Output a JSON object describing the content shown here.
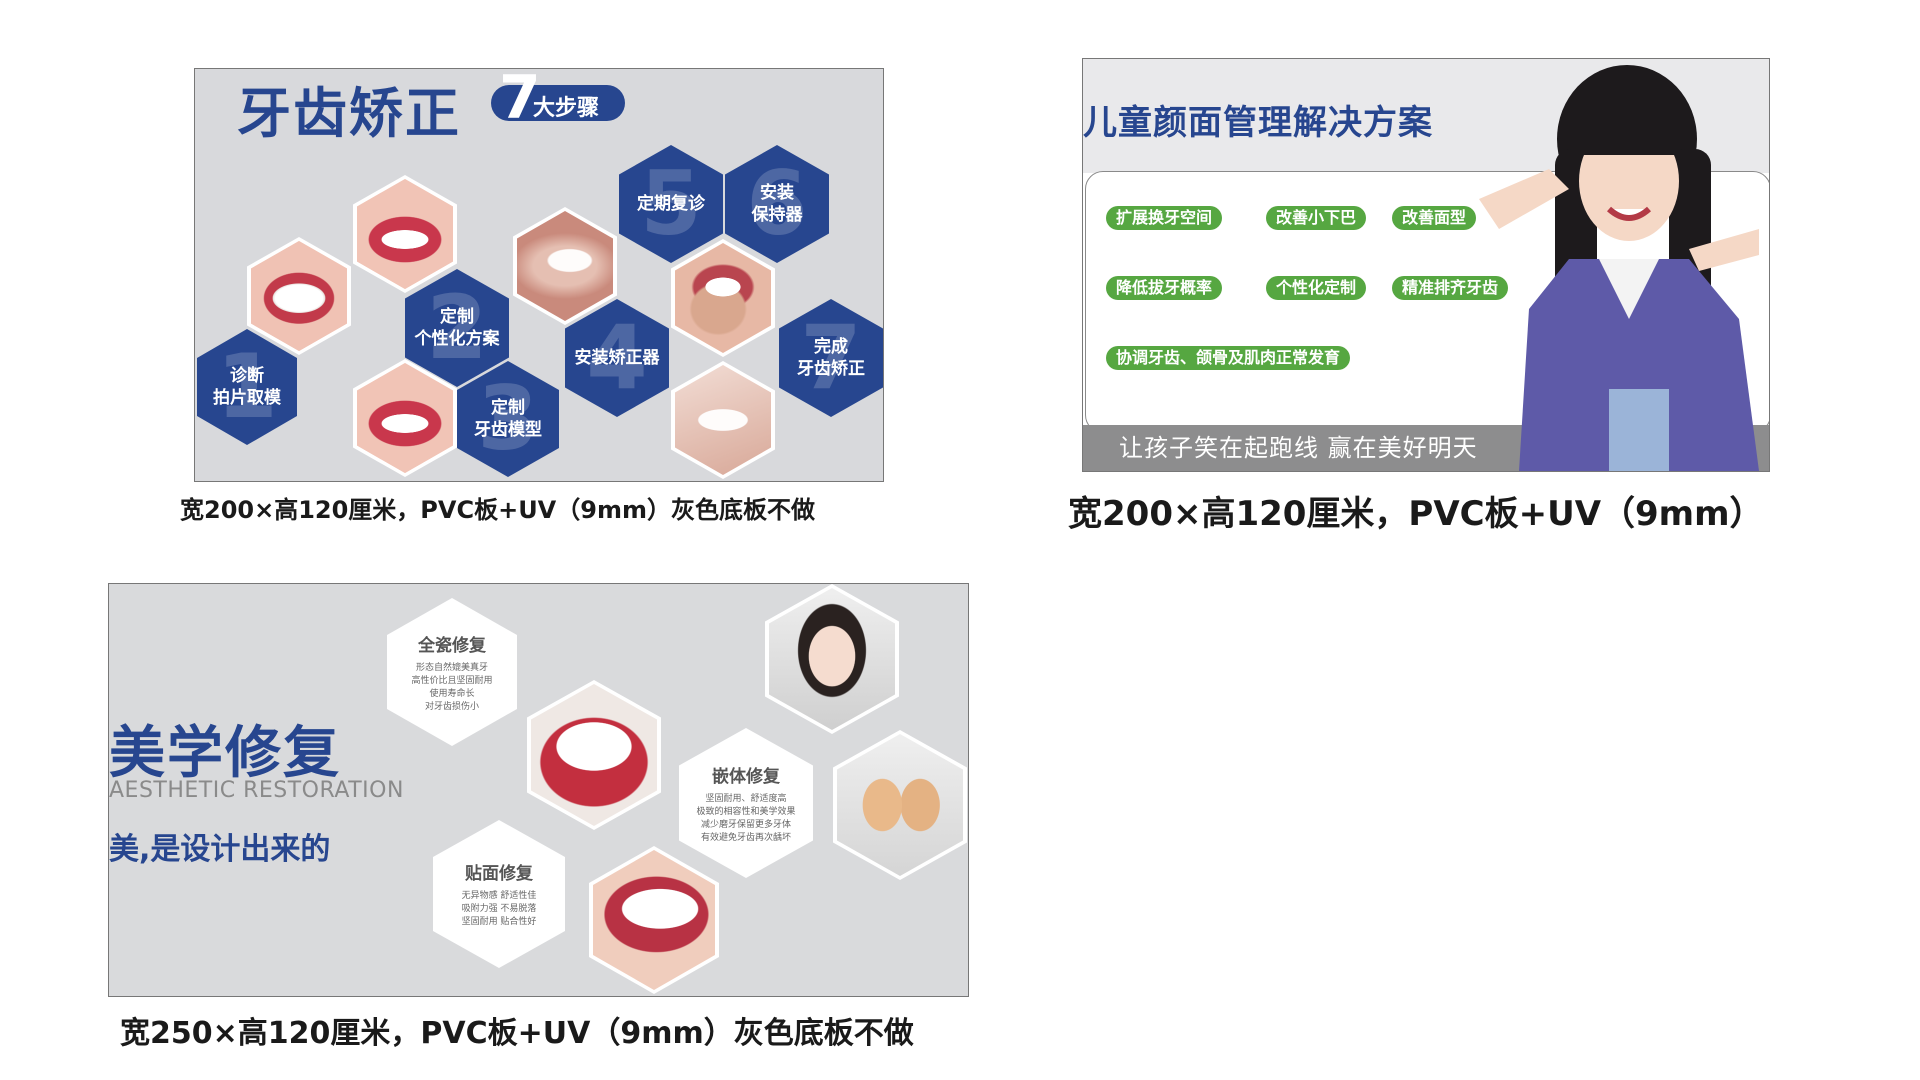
{
  "board1": {
    "title": "牙齿矫正",
    "step_count": "7",
    "step_suffix": "大步骤",
    "steps": [
      {
        "num": "1",
        "line1": "诊断",
        "line2": "拍片取模"
      },
      {
        "num": "2",
        "line1": "定制",
        "line2": "个性化方案"
      },
      {
        "num": "3",
        "line1": "定制",
        "line2": "牙齿模型"
      },
      {
        "num": "4",
        "line1": "安装矫正器",
        "line2": ""
      },
      {
        "num": "5",
        "line1": "定期复诊",
        "line2": ""
      },
      {
        "num": "6",
        "line1": "安装",
        "line2": "保持器"
      },
      {
        "num": "7",
        "line1": "完成",
        "line2": "牙齿矫正"
      }
    ],
    "caption": "宽200×高120厘米，PVC板+UV（9mm）灰色底板不做"
  },
  "board2": {
    "title": "儿童颜面管理解决方案",
    "tags": [
      "扩展换牙空间",
      "改善小下巴",
      "改善面型",
      "降低拔牙概率",
      "个性化定制",
      "精准排齐牙齿",
      "协调牙齿、颌骨及肌肉正常发育"
    ],
    "slogan": "让孩子笑在起跑线  赢在美好明天",
    "caption": "宽200×高120厘米，PVC板+UV（9mm）",
    "colors": {
      "accent": "#27468f",
      "tag": "#56a741"
    }
  },
  "board3": {
    "title": "美学修复",
    "subtitle_en": "AESTHETIC RESTORATION",
    "slogan": "美,是设计出来的",
    "services": [
      {
        "title": "全瓷修复",
        "desc": [
          "形态自然媲美真牙",
          "高性价比且坚固耐用",
          "使用寿命长",
          "对牙齿损伤小"
        ]
      },
      {
        "title": "嵌体修复",
        "desc": [
          "坚固耐用、舒适度高",
          "极致的相容性和美学效果",
          "减少磨牙保留更多牙体",
          "有效避免牙齿再次龋坏"
        ]
      },
      {
        "title": "贴面修复",
        "desc": [
          "无异物感 舒适性佳",
          "吸附力强 不易脱落",
          "坚固耐用 贴合性好"
        ]
      }
    ],
    "caption": "宽250×高120厘米，PVC板+UV（9mm）灰色底板不做"
  }
}
